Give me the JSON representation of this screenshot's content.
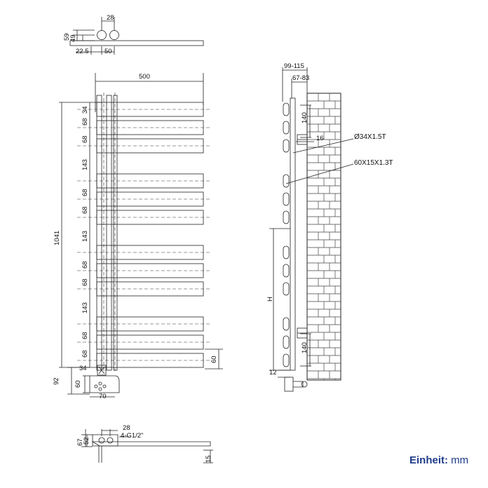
{
  "top_view": {
    "dims": {
      "d28": "28",
      "d59": "59",
      "d49": "49",
      "d22_5": "22.5",
      "d50": "50"
    }
  },
  "front_view": {
    "dims": {
      "width": "500",
      "height": "1041",
      "top": "34",
      "bar_gap": "68",
      "group_gap": "143",
      "bottom": "34",
      "right_bottom": "60",
      "heater_height": "92",
      "heater_body": "60",
      "heater_width": "70"
    }
  },
  "side_view": {
    "dims": {
      "depth_total": "99-115",
      "depth_wall": "67-83",
      "bracket_top": "140",
      "bracket_side": "16",
      "height_var": "H",
      "bracket_bottom": "140",
      "bottom_offset": "12"
    },
    "labels": {
      "pipe": "Ø34X1.5T",
      "bar": "60X15X1.3T"
    }
  },
  "bottom_view": {
    "dims": {
      "d28": "28",
      "thread": "4-G1/2\"",
      "d67": "67",
      "d52": "52",
      "d15": "15"
    }
  },
  "unit": {
    "label": "Einheit:",
    "value": "mm"
  }
}
